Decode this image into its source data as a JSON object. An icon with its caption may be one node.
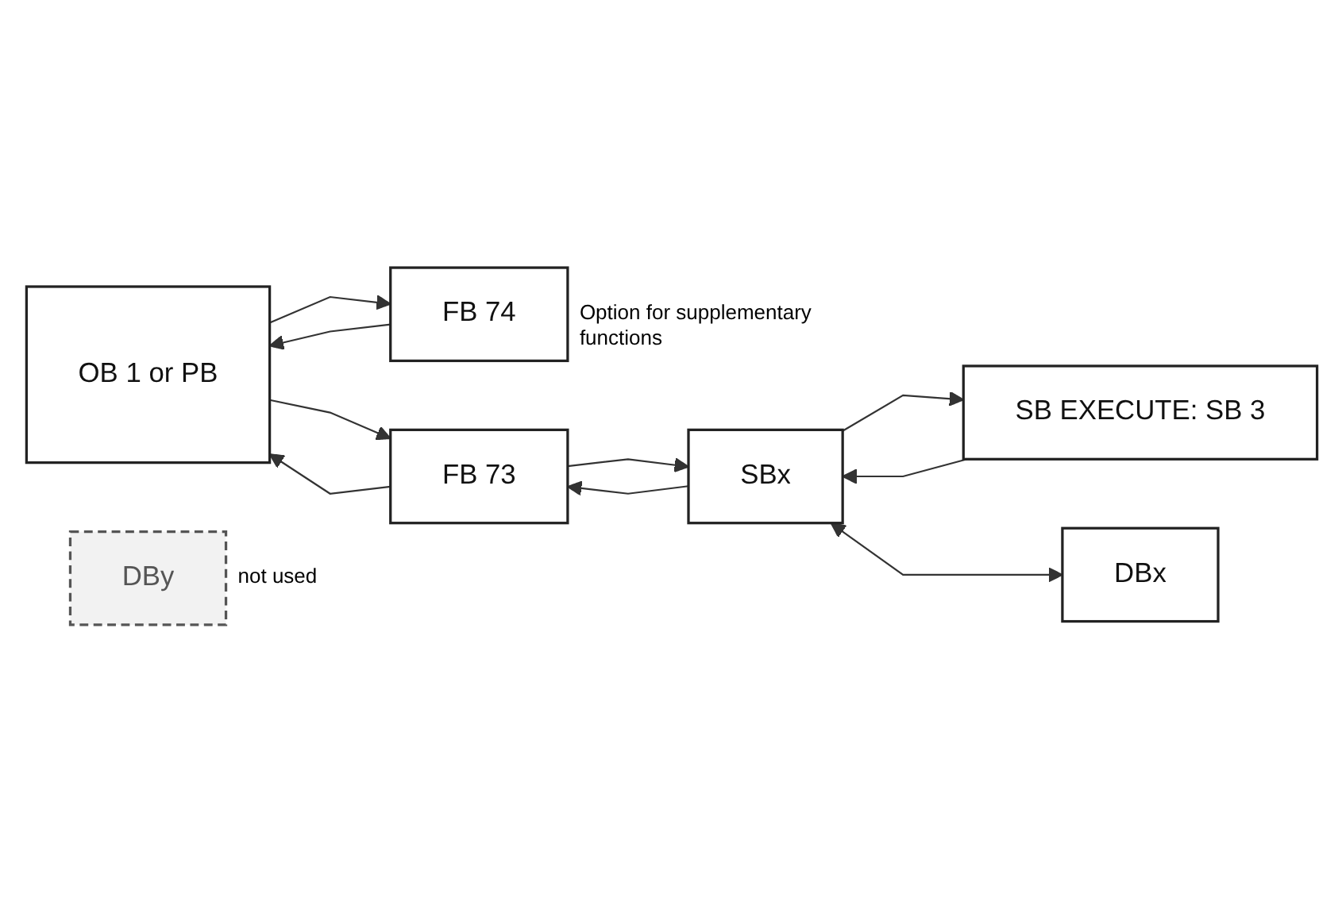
{
  "diagram": {
    "nodes": [
      {
        "text": [
          "OB 1 or  PB"
        ]
      },
      {
        "text": [
          "FB 74"
        ],
        "beside": [
          "Option for supplementary functions"
        ]
      },
      {
        "text": [
          "FB 73"
        ]
      },
      {
        "text": [
          "SBx"
        ]
      },
      {
        "text": [
          "SB EXECUTE: SB 3"
        ]
      },
      {
        "text": [
          "DBx"
        ]
      },
      {
        "text": [
          "DBy"
        ],
        "beside": [
          "not used"
        ]
      }
    ],
    "edges": [
      {
        "from": 0,
        "to": 1,
        "arrow": "to"
      },
      {
        "from": 1,
        "to": 0,
        "arrow": "to"
      },
      {
        "from": 0,
        "to": 2,
        "arrow": "to"
      },
      {
        "from": 2,
        "to": 0,
        "arrow": "to"
      },
      {
        "from": 2,
        "to": 3,
        "arrow": "to"
      },
      {
        "from": 3,
        "to": 2,
        "arrow": "to"
      },
      {
        "from": 3,
        "to": 4,
        "arrow": "to"
      },
      {
        "from": 4,
        "to": 3,
        "arrow": "to"
      },
      {
        "from": 3,
        "to": 5,
        "arrow": "both"
      }
    ]
  }
}
